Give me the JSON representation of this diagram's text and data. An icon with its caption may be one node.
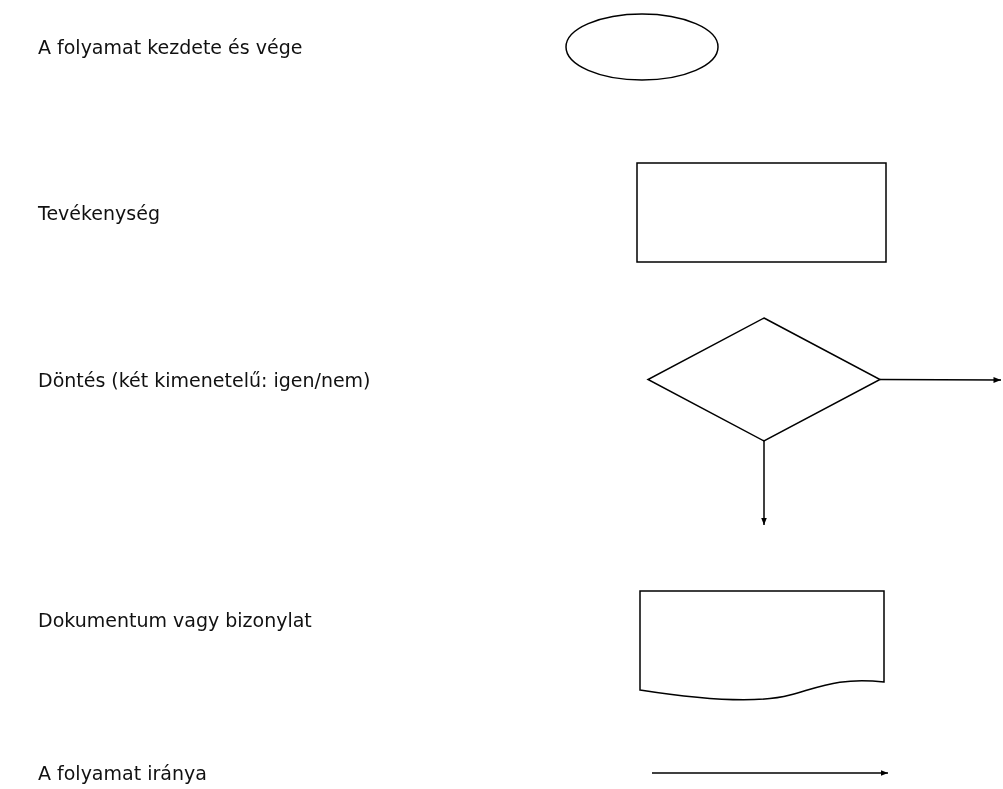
{
  "diagram": {
    "nodes": [
      {
        "text": [],
        "shape": "ellipse"
      },
      {
        "text": [],
        "shape": "box"
      },
      {
        "text": [],
        "shape": "diamond"
      },
      {
        "text": [],
        "shape": "document"
      }
    ],
    "edges": [
      {
        "from": 2,
        "to": null,
        "arrow": "to"
      },
      {
        "from": 2,
        "to": null,
        "arrow": "to"
      }
    ],
    "legend": [
      {
        "text": "A folyamat kezdete és vége"
      },
      {
        "text": "Tevékenység"
      },
      {
        "text": "Döntés (két kimenetelű: igen/nem)"
      },
      {
        "text": "Dokumentum vagy bizonylat"
      },
      {
        "text": "A folyamat iránya"
      }
    ]
  }
}
